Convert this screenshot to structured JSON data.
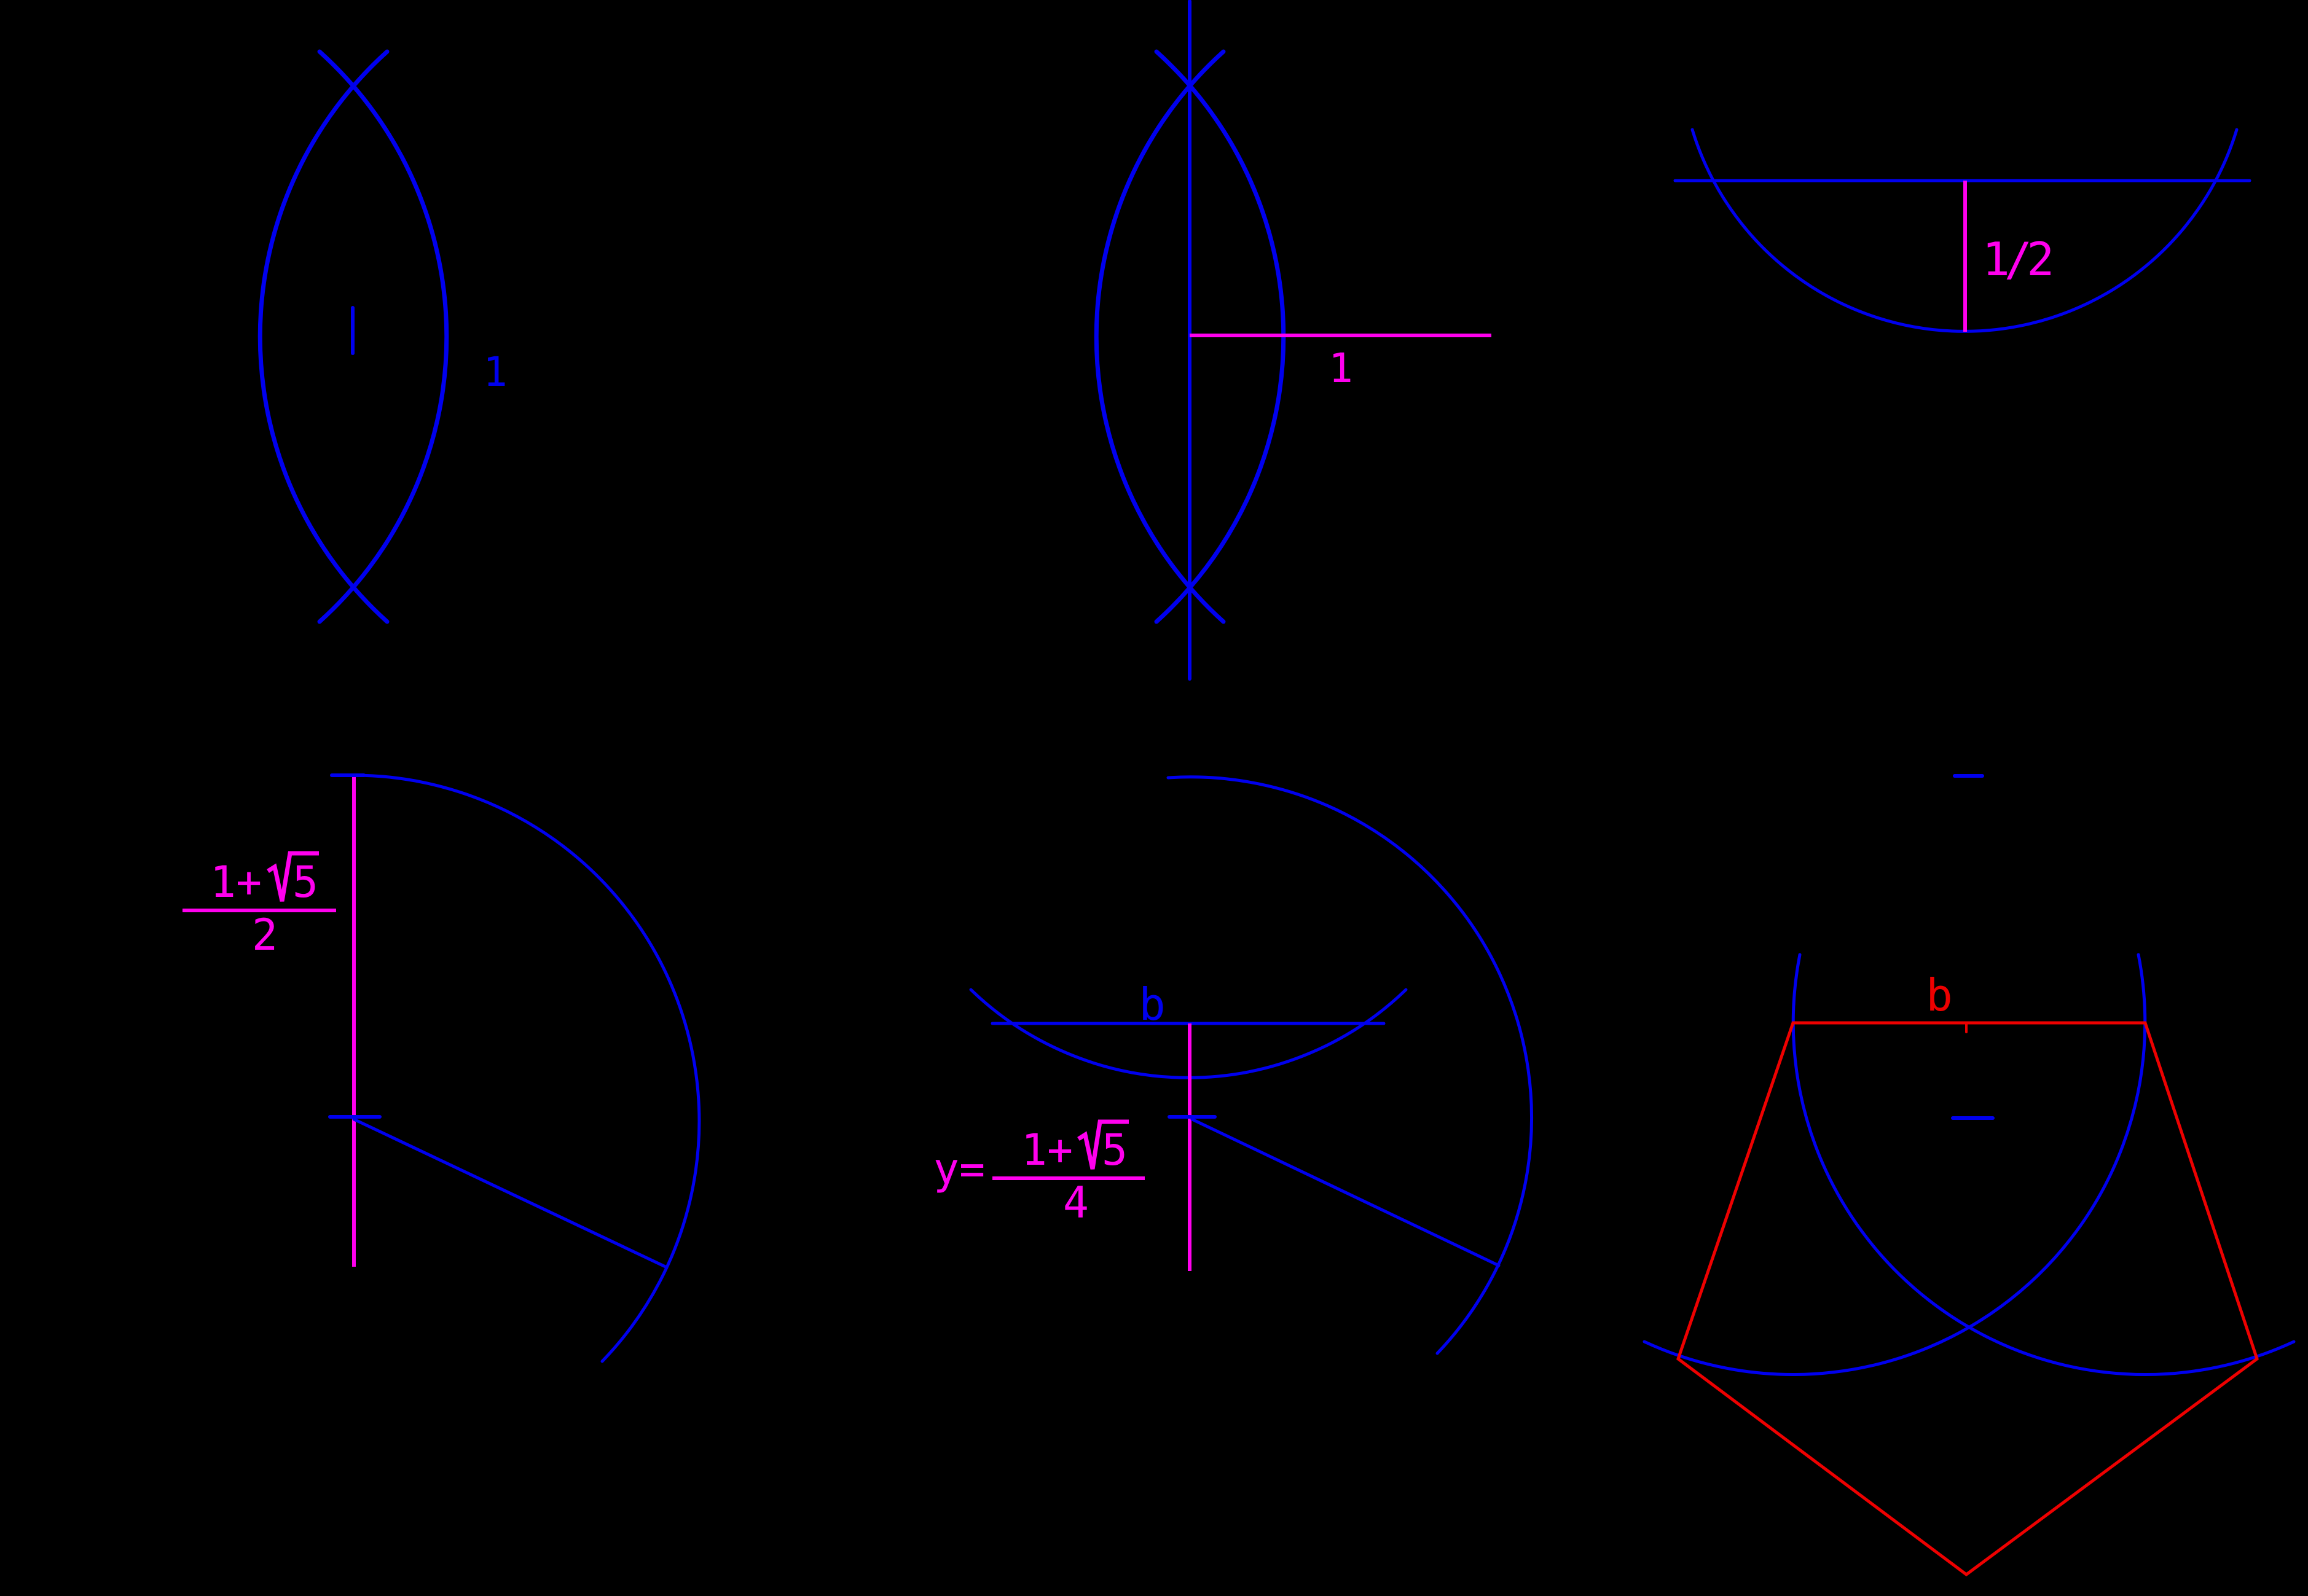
{
  "colors": {
    "background": "#000000",
    "blue": "#0000ee",
    "magenta": "#ff00ee",
    "red": "#ee0000"
  },
  "panels": {
    "step1_vesica": {
      "length_label": "1"
    },
    "step2_bisector": {
      "radius_label": "1"
    },
    "step3_half": {
      "half_label": "1/2"
    },
    "step4_golden": {
      "fraction": {
        "numerator_prefix": "1+",
        "radical": "√",
        "radicand": "5",
        "denominator": "2"
      }
    },
    "step5_side": {
      "lhs": "y=",
      "fraction": {
        "numerator_prefix": "1+",
        "radical": "√",
        "radicand": "5",
        "denominator": "4"
      },
      "chord_label": "b"
    },
    "step6_pentagon": {
      "side_label": "b"
    }
  }
}
